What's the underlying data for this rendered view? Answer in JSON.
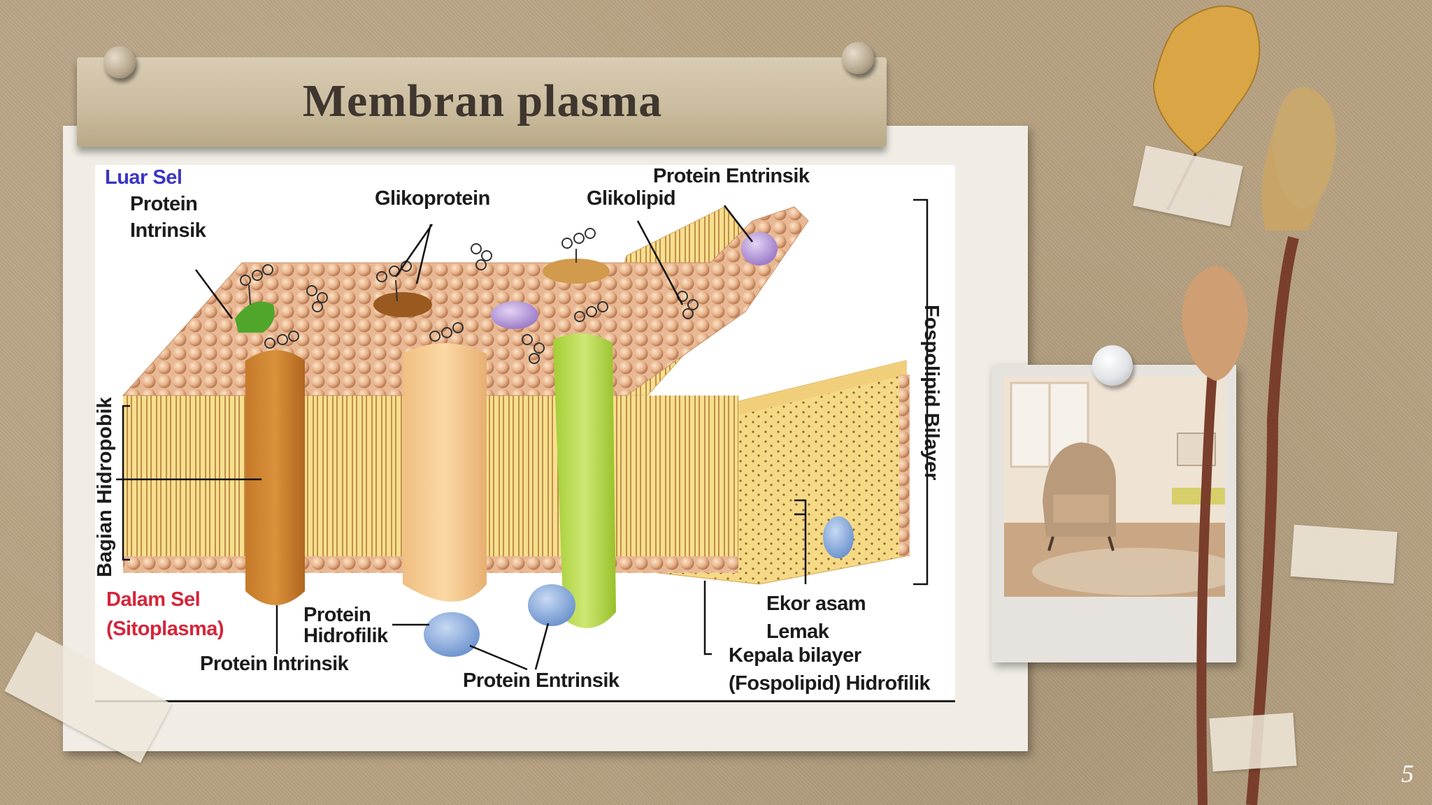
{
  "slide": {
    "title": "Membran plasma",
    "page_number": "5"
  },
  "diagram": {
    "labels": {
      "luar_sel": "Luar Sel",
      "protein_intrinsik_top_line1": "Protein",
      "protein_intrinsik_top_line2": "Intrinsik",
      "glikoprotein": "Glikoprotein",
      "glikolipid": "Glikolipid",
      "protein_entrinsik_top": "Protein Entrinsik",
      "bagian_hidropobik": "Bagian Hidropobik",
      "fospolipid_bilayer": "Fospolipid Bilayer",
      "dalam_sel": "Dalam Sel",
      "sitoplasma": "(Sitoplasma)",
      "protein_hidrofilik_line1": "Protein",
      "protein_hidrofilik_line2": "Hidrofilik",
      "protein_intrinsik_bottom": "Protein  Intrinsik",
      "protein_entrinsik_bottom": "Protein Entrinsik",
      "ekor_asam_line1": "Ekor asam",
      "ekor_asam_line2": "Lemak",
      "kepala_bilayer_line1": "Kepala bilayer",
      "kepala_bilayer_line2": "(Fospolipid) Hidrofilik"
    }
  },
  "colors": {
    "title_text": "#3f362f",
    "luar_sel": "#3a36c4",
    "dalam_sel": "#d5253a"
  }
}
